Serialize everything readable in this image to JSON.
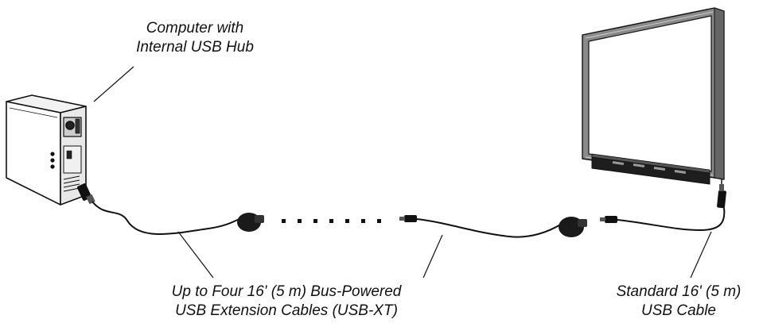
{
  "labels": {
    "computer": {
      "line1": "Computer with",
      "line2": "Internal USB Hub"
    },
    "extension": {
      "line1": "Up to Four 16' (5 m) Bus-Powered",
      "line2": "USB Extension Cables (USB-XT)"
    },
    "standard": {
      "line1": "Standard 16' (5 m)",
      "line2": "USB Cable"
    }
  },
  "colors": {
    "line": "#111111",
    "frame": "#888888",
    "dark": "#1a1a1a",
    "background": "#ffffff"
  },
  "icons": [
    "computer-tower-icon",
    "interactive-whiteboard-icon",
    "usb-plug-icon",
    "extension-repeater-icon"
  ]
}
